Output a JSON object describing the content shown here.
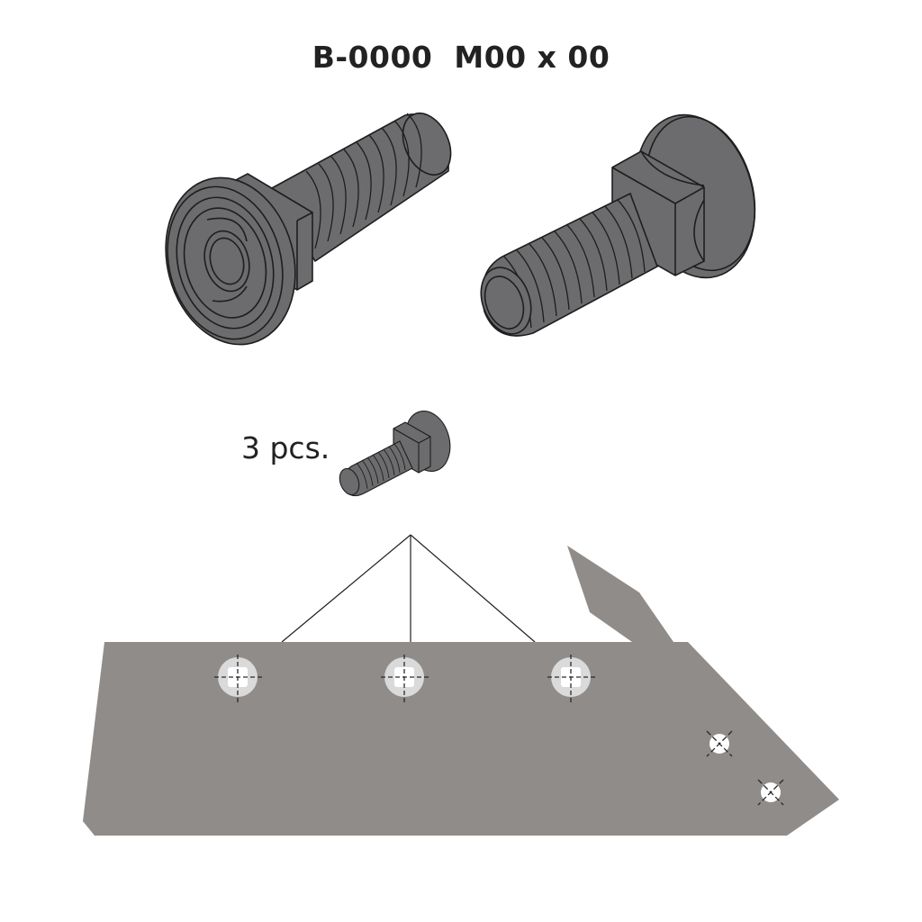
{
  "header": {
    "title": "B-0000  M00 x 00"
  },
  "quantity": {
    "label": "3 pcs."
  },
  "colors": {
    "bolt_fill": "#6c6b6d",
    "bolt_stroke": "#1e1e1e",
    "plate_fill": "#8f8c89",
    "hole_outer": "#d9dad9",
    "hole_inner": "#ffffff",
    "text": "#222222"
  },
  "diagram": {
    "bolts_large": [
      {
        "view": "head-front",
        "label": "bolt-view-head"
      },
      {
        "view": "thread-front",
        "label": "bolt-view-thread"
      }
    ],
    "bolt_small": {
      "view": "thread-front"
    },
    "plate": {
      "square_holes": 3,
      "round_holes": 2
    }
  }
}
